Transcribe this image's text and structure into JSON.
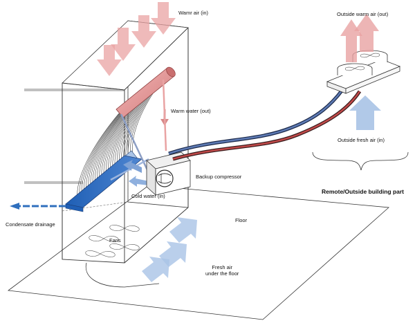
{
  "labels": {
    "warm_air_in": "Wamr air (in)",
    "outside_warm_air_out": "Outside warm air (out)",
    "warm_water_out": "Warm water (out)",
    "outside_fresh_air_in": "Outside fresh air (in)",
    "backup_compressor": "Backup compressor",
    "remote_outside_part": "Remote/Outside building part",
    "cold_water_in": "Cold water (in)",
    "condensate_drainage": "Condensate drainage",
    "floor": "Floor",
    "fans": "Fans",
    "fresh_air_under_floor_line1": "Fresh air",
    "fresh_air_under_floor_line2": "under the floor"
  },
  "colors": {
    "warm": "#e9a3a3",
    "warm_dark": "#c96f6f",
    "cold": "#2f6fbd",
    "cold_light": "#a9c3e6",
    "outline": "#222222",
    "pipe_red": "#b23a3a",
    "pipe_blue": "#2c4f8f"
  }
}
